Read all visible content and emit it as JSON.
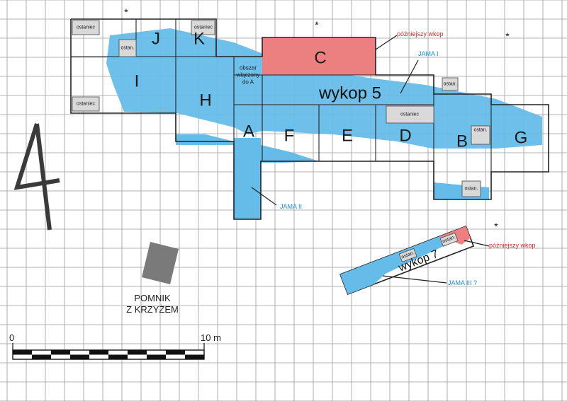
{
  "colors": {
    "pit": "#66bce8",
    "later_cut": "#ec8080",
    "later_cut_text": "#d42b2b",
    "pit_text": "#1b8fcf",
    "monument": "#7a7a7a"
  },
  "trench5": {
    "title": "wykop 5",
    "sectors": [
      "C",
      "J",
      "K",
      "I",
      "H",
      "A",
      "F",
      "E",
      "D",
      "B",
      "G"
    ],
    "area_note": [
      "obszar",
      "włączony",
      "do A"
    ],
    "ostaniec_labels": [
      "ostaniec",
      "ostaniec",
      "ostaniec",
      "ostan.",
      "ostaniec",
      "ostan.",
      "ostan.",
      "ostan."
    ]
  },
  "trench7": {
    "title": "wykop 7",
    "ostaniec_labels": [
      "ostan.",
      "ostan."
    ]
  },
  "annotations": {
    "later_cut_1": "późniejszy wkop",
    "later_cut_2": "późniejszy wkop",
    "jama_1": "JAMA I",
    "jama_2": "JAMA II",
    "jama_3": "JAMA III ?"
  },
  "monument": {
    "line1": "POMNIK",
    "line2": "Z KRZYŻEM"
  },
  "scale": {
    "start_label": "0",
    "end_label": "10 m"
  },
  "north_arrow": {
    "icon": "north-arrow-icon"
  }
}
